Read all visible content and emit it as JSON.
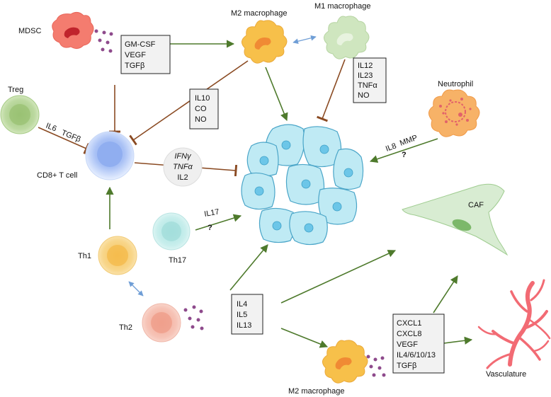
{
  "labels": {
    "mdsc": "MDSC",
    "treg": "Treg",
    "cd8": "CD8+ T cell",
    "m2_top": "M2 macrophage",
    "m1": "M1 macrophage",
    "neutrophil": "Neutrophil",
    "th1": "Th1",
    "th2": "Th2",
    "th17": "Th17",
    "caf": "CAF",
    "m2_bottom": "M2 macrophage",
    "vasculature": "Vasculature"
  },
  "boxes": {
    "mdsc_factors": [
      "GM-CSF",
      "VEGF",
      "TGFβ"
    ],
    "m2_factors": [
      "IL10",
      "CO",
      "NO"
    ],
    "m1_factors": [
      "IL12",
      "IL23",
      "TNFα",
      "NO"
    ],
    "th2_factors": [
      "IL4",
      "IL5",
      "IL13"
    ],
    "m2_bottom_factors": [
      "CXCL1",
      "CXCL8",
      "VEGF",
      "IL4/6/10/13",
      "TGFβ"
    ]
  },
  "bubble_cd8": [
    "IFNγ",
    "TNFα",
    "IL2"
  ],
  "edge_labels": {
    "treg_il6": "IL6",
    "treg_tgfb": "TGFβ",
    "neutro_il8": "IL8",
    "neutro_mmp": "MMP",
    "neutro_q": "?",
    "th17_il17": "IL17",
    "th17_q": "?"
  },
  "colors": {
    "stimulate_arrow": "#4e7a2c",
    "inhibit_line": "#8a4a22",
    "interaction_arrow": "#6f9ed6",
    "tumor": "#bfeaf4",
    "tumor_nucleus": "#6cc6e8",
    "cytokine_dot": "#8e4a8c"
  }
}
